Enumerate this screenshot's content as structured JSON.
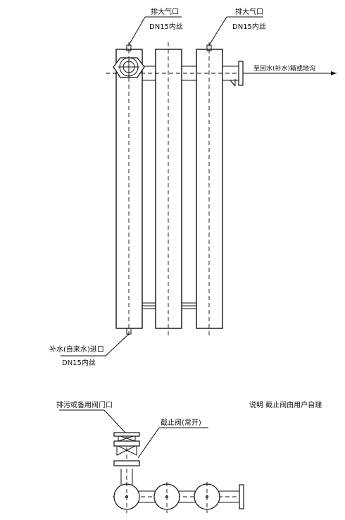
{
  "labels": {
    "top_left_vent": "排大气口",
    "top_left_spec": "DN15内丝",
    "top_right_vent": "排大气口",
    "top_right_spec": "DN15内丝",
    "outlet_note": "至回水(补水)箱或地沟",
    "inlet_note": "补水(自来水)进口",
    "inlet_spec": "DN15内丝",
    "bottom_valve_label": "排污或备用阀门口",
    "stop_valve_label": "截止阀(常开)",
    "note": "说明 截止阀由用户自理"
  }
}
